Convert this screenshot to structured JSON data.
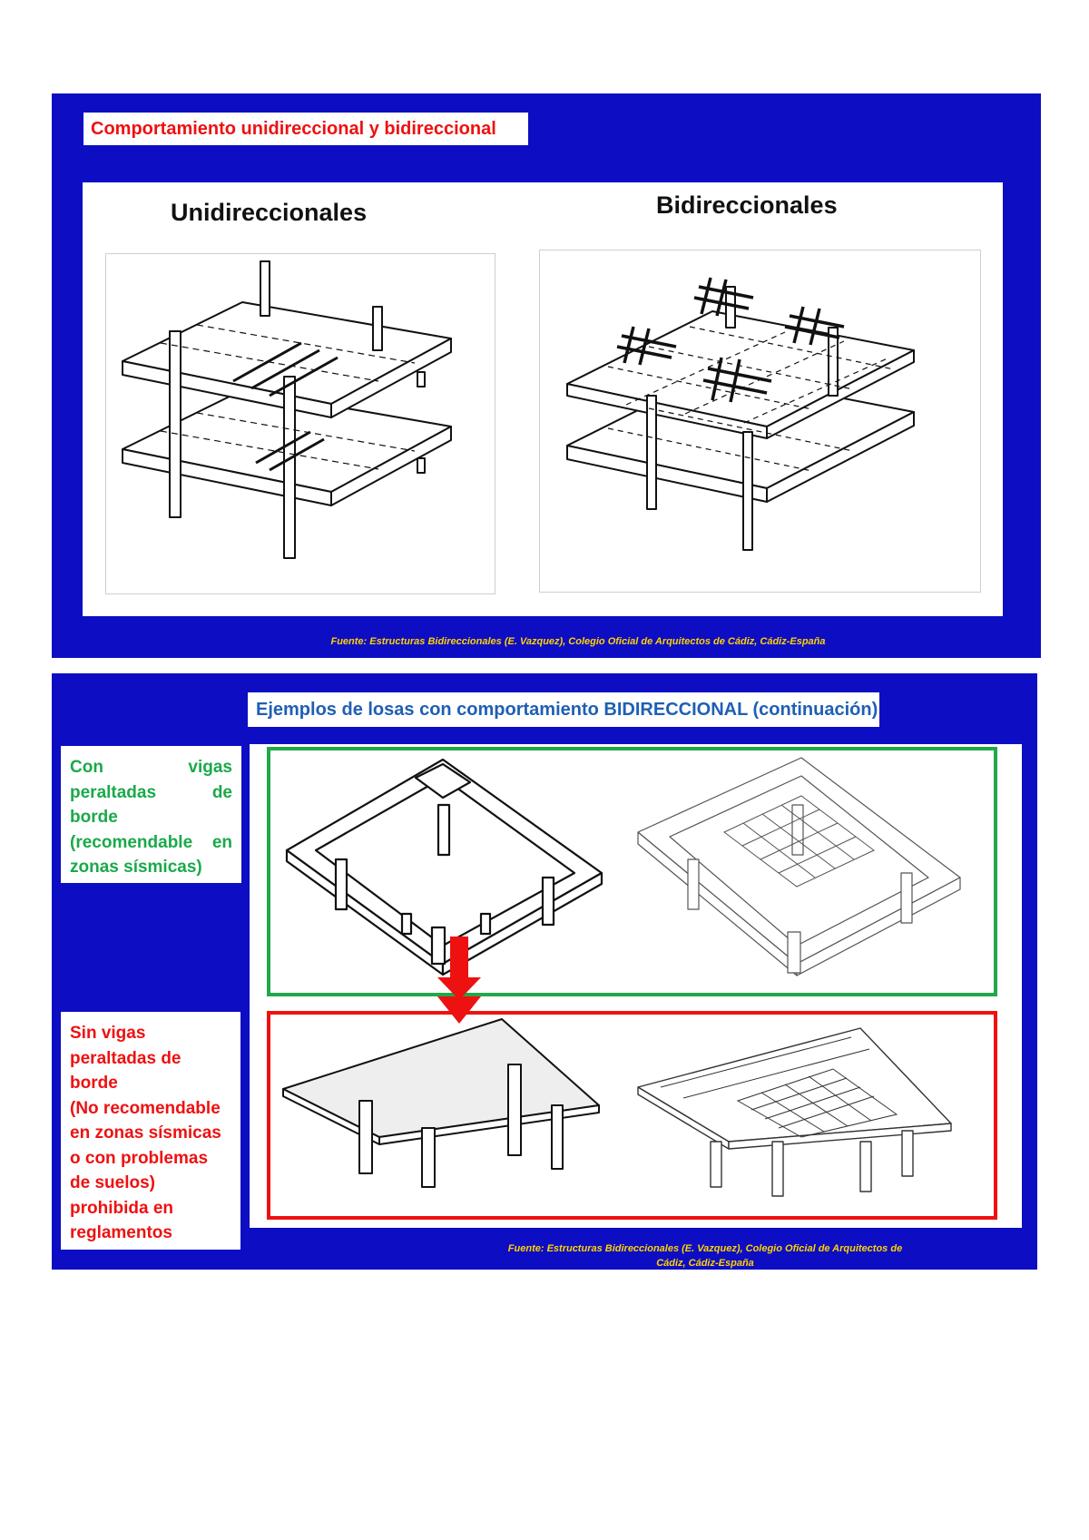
{
  "slide1": {
    "title": "Comportamiento unidireccional y bidireccional",
    "left_heading": "Unidireccionales",
    "right_heading": "Bidireccionales",
    "source": "Fuente: Estructuras Bidireccionales (E. Vazquez), Colegio Oficial de Arquitectos de Cádiz, Cádiz-España"
  },
  "slide2": {
    "title": "Ejemplos de losas con comportamiento BIDIRECCIONAL (continuación)",
    "con_vigas": {
      "lines": [
        "Con vigas",
        "peraltadas de",
        "borde",
        "(recomendable en",
        "zonas sísmicas)"
      ]
    },
    "sin_vigas": {
      "lines": [
        "Sin vigas",
        "peraltadas de",
        "borde",
        "(No recomendable",
        "en zonas sísmicas",
        "o con problemas",
        "de suelos)",
        "prohibida en",
        "reglamentos"
      ]
    },
    "source_line1": "Fuente: Estructuras Bidireccionales (E. Vazquez), Colegio Oficial de Arquitectos de",
    "source_line2": "Cádiz, Cádiz-España"
  },
  "colors": {
    "panel_blue": "#0d0dc4",
    "title_red": "#ee1111",
    "title_blue": "#1f5fb4",
    "green": "#1aa94a",
    "source_yellow": "#ffd200",
    "arrow_red": "#ee1111"
  }
}
